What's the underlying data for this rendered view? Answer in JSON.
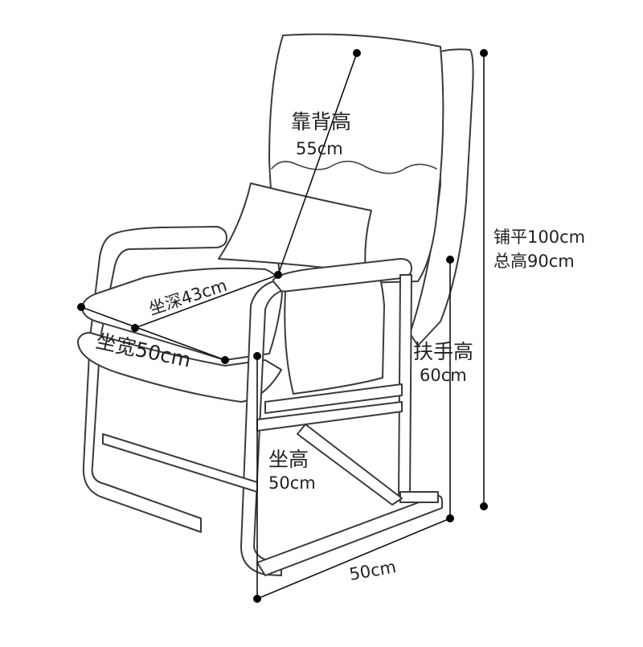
{
  "labels": {
    "backrest_title": "靠背高",
    "backrest_value": "55cm",
    "seat_depth": "坐深43cm",
    "seat_width": "坐宽50cm",
    "flat_length": "铺平100cm",
    "total_height": "总高90cm",
    "armrest_title": "扶手高",
    "armrest_value": "60cm",
    "seat_height_title": "坐高",
    "seat_height_value": "50cm",
    "base_width": "50cm"
  }
}
